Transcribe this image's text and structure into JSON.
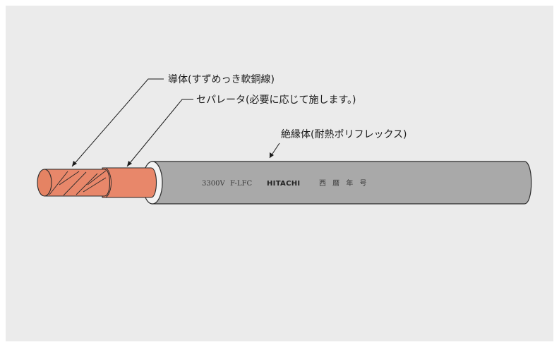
{
  "labels": {
    "conductor": "導体(すずめっき軟銅線)",
    "separator": "セパレータ(必要に応じて施します。)",
    "insulation": "絶縁体(耐熱ポリフレックス)"
  },
  "cable_marking": {
    "voltage": "3300V",
    "type": "F-LFC",
    "brand": "HITACHI",
    "date": "西 暦 年 号"
  },
  "colors": {
    "background": "#ebebeb",
    "copper": "#e8876a",
    "copper_dark": "#b95a3e",
    "separator_ring": "#f3f3f3",
    "insulation": "#a9a9a9",
    "outline": "#2a2a2a"
  }
}
